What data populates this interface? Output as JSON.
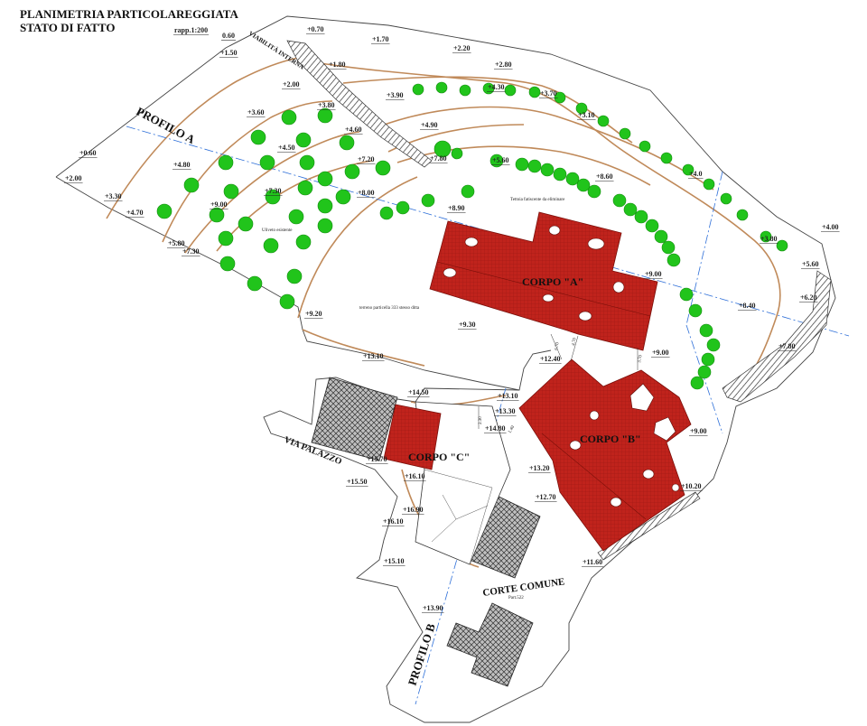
{
  "title": {
    "line1": "PLANIMETRIA PARTICOLAREGGIATA",
    "line2": "STATO DI FATTO",
    "scale": "rapp.1:200"
  },
  "labels": {
    "profilo_a": "PROFILO A",
    "profilo_b": "PROFILO B",
    "via_palazzo": "VIA PALAZZO",
    "viabilita_interna": "VIABILITÀ INTERNA",
    "corpo_a": "CORPO \"A\"",
    "corpo_b": "CORPO \"B\"",
    "corpo_c": "CORPO \"C\"",
    "corte_comune": "CORTE COMUNE",
    "part": "Part.522",
    "uliveto": "Uliveto esistente",
    "terreno": "terreno particella 333 stesso ditta",
    "tettoia": "Tettoia fatiscente da eliminare"
  },
  "levels": {
    "l_060a": "0.60",
    "l_070": "+0.70",
    "l_170": "+1.70",
    "l_220": "+2.20",
    "l_280": "+2.80",
    "l_150": "+1.50",
    "l_180": "+1.80",
    "l_200a": "+2.00",
    "l_430": "+4.30",
    "l_390": "+3.90",
    "l_370": "+3.70",
    "l_360": "+3.60",
    "l_380": "+3.80",
    "l_490": "+4.90",
    "l_310": "+3.10",
    "l_060": "+0.60",
    "l_200": "+2.00",
    "l_480": "+4.80",
    "l_450": "+4.50",
    "l_460": "+4.60",
    "l_720": "+7.20",
    "l_780": "+7.80",
    "l_560": "+5.60",
    "l_330": "+3.30",
    "l_470": "+4.70",
    "l_730": "+7.30",
    "l_800": "+8.00",
    "l_580": "+5.80",
    "l_730b": "+7.30",
    "l_900a": "+9.00",
    "l_890": "+8.90",
    "l_860": "+8.60",
    "l_40x": "+4.0",
    "l_400": "+4.00",
    "l_380b": "+3.80",
    "l_560b": "+5.60",
    "l_620": "+6.20",
    "l_900b": "+9.00",
    "l_840": "+8.40",
    "l_920": "+9.20",
    "l_930": "+9.30",
    "l_780b": "+7.80",
    "l_1310": "+13.10",
    "l_1240": "+12.40",
    "l_900c": "+9.00",
    "l_1450": "+14.50",
    "l_1310b": "+13.10",
    "l_1330": "+13.30",
    "l_1480": "+14.80",
    "l_900d": "+9.00",
    "l_1570": "+15.70",
    "l_1610": "+16.10",
    "l_1550": "+15.50",
    "l_1320": "+13.20",
    "l_1020": "+10.20",
    "l_1270": "+12.70",
    "l_1690": "+16.90",
    "l_1610b": "+16.10",
    "l_1510": "+15.10",
    "l_1160": "+11.60",
    "l_1390": "+13.90"
  },
  "dims": {
    "d1": "6.70",
    "d2": "4.70",
    "d3": "3.70",
    "d4": "2.30",
    "d5": "1.40"
  },
  "colors": {
    "roof": "#c0231c",
    "tree": "#21c41b",
    "contour": "#c08a5a",
    "axis": "#2e6fd8",
    "hatch": "#444444"
  }
}
